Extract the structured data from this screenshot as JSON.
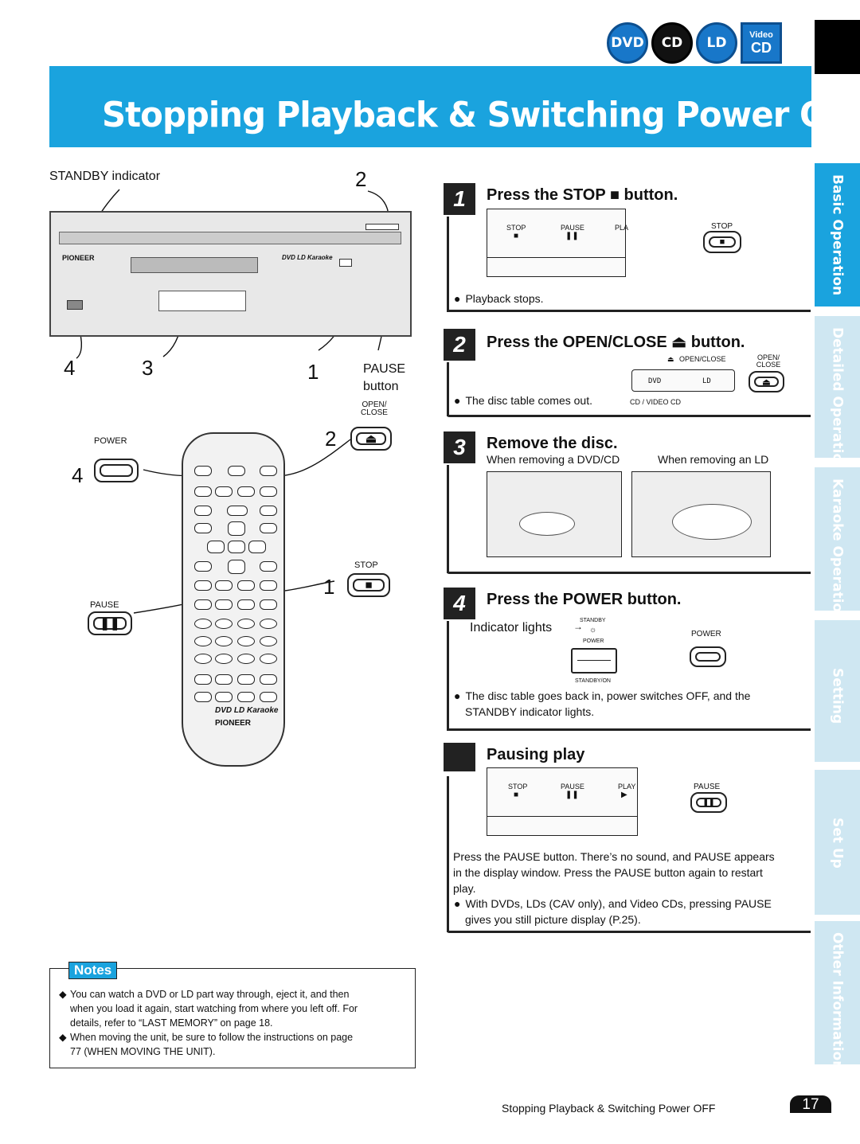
{
  "header": {
    "logos": [
      "DVD",
      "CD",
      "LD"
    ],
    "logo_video_cd": [
      "Video",
      "CD"
    ],
    "title": "Stopping Playback & Switching Power OFF"
  },
  "tabs": [
    {
      "label": "Basic Operation",
      "active": true
    },
    {
      "label": "Detailed Operation",
      "active": false
    },
    {
      "label": "Karaoke Operation",
      "active": false
    },
    {
      "label": "Setting",
      "active": false
    },
    {
      "label": "Set Up",
      "active": false
    },
    {
      "label": "Other Information",
      "active": false
    }
  ],
  "left": {
    "standby_indicator": "STANDBY indicator",
    "callouts": {
      "n2_top": "2",
      "n4": "4",
      "n3": "3",
      "n1": "1",
      "n2_remote": "2",
      "n4_remote": "4",
      "n1_remote": "1"
    },
    "pause_label_1": "PAUSE",
    "pause_label_2": "button",
    "open_close": "OPEN/ CLOSE",
    "power": "POWER",
    "stop": "STOP",
    "pause": "PAUSE",
    "remote_brand": "DVD LD Karaoke",
    "remote_maker": "PIONEER"
  },
  "steps": {
    "s1": {
      "num": "1",
      "title": "Press the STOP ■ button.",
      "bullet": "Playback stops.",
      "panel_labels": [
        "STOP",
        "PAUSE",
        "PLA"
      ],
      "stop_label": "STOP"
    },
    "s2": {
      "num": "2",
      "title": "Press the OPEN/CLOSE ⏏ button.",
      "bullet": "The disc table comes out.",
      "open_close": "OPEN/CLOSE",
      "open_close_btn": "OPEN/ CLOSE",
      "dvd": "DVD",
      "ld": "LD",
      "cd_video_cd": "CD / VIDEO CD"
    },
    "s3": {
      "num": "3",
      "title": "Remove the disc.",
      "sub_dvd": "When removing a DVD/CD",
      "sub_ld": "When removing an LD"
    },
    "s4": {
      "num": "4",
      "title": "Press the POWER button.",
      "indicator": "Indicator lights",
      "standby": "STANDBY",
      "power_small": "POWER",
      "standby_on": "STANDBY/ON",
      "power_label": "POWER",
      "bullet_1": "The disc table goes back in, power switches OFF, and the",
      "bullet_2": "STANDBY indicator lights."
    },
    "pausing": {
      "title": "Pausing play",
      "panel_labels": [
        "STOP",
        "PAUSE",
        "PLAY"
      ],
      "pause_label": "PAUSE",
      "para_1": "Press the PAUSE button. There’s no sound, and PAUSE appears",
      "para_2": "in the display window. Press the PAUSE button again to restart",
      "para_3": "play.",
      "bullet_1": "With DVDs, LDs (CAV only), and Video CDs, pressing PAUSE",
      "bullet_2": "gives you still picture display (P.25)."
    }
  },
  "notes": {
    "title": "Notes",
    "items": [
      [
        "You can watch a DVD or LD part way through, eject it, and then",
        "when you load it again, start watching from where you left off. For",
        "details, refer to “LAST MEMORY” on page 18."
      ],
      [
        "When moving the unit, be sure to follow the instructions on page",
        "77 (WHEN MOVING THE UNIT)."
      ]
    ]
  },
  "footer": {
    "text": "Stopping Playback & Switching Power OFF",
    "page": "17"
  }
}
